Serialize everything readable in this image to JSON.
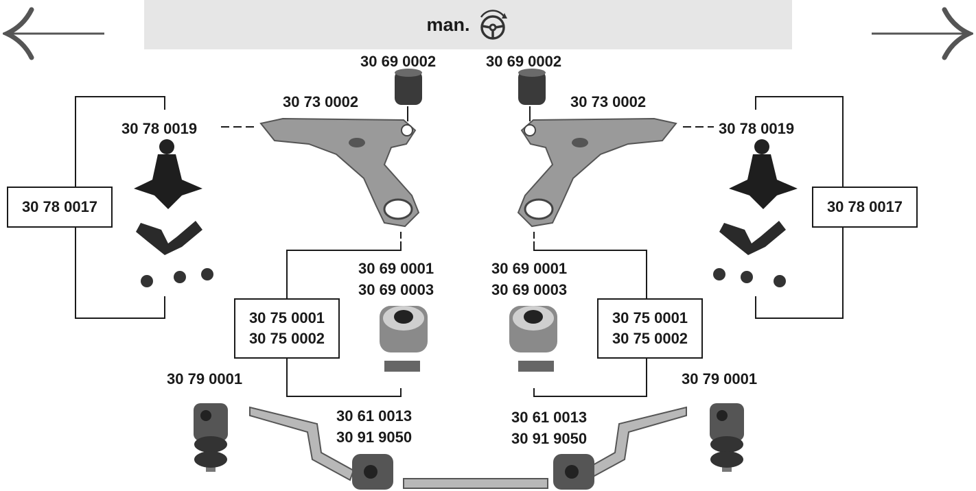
{
  "header": {
    "title": "man.",
    "icon": "steering-wheel-icon"
  },
  "nav": {
    "back_icon": "arrow-left-icon",
    "forward_icon": "arrow-right-icon"
  },
  "parts": {
    "top_bushing_left": "30 69 0002",
    "top_bushing_right": "30 69 0002",
    "control_arm_left": "30 73 0002",
    "control_arm_right": "30 73 0002",
    "ball_joint_left": "30 78 0019",
    "ball_joint_right": "30 78 0019",
    "ball_joint_kit_left": "30 78 0017",
    "ball_joint_kit_right": "30 78 0017",
    "rear_bushing_left": [
      "30 69 0001",
      "30 69 0003"
    ],
    "rear_bushing_right": [
      "30 69 0001",
      "30 69 0003"
    ],
    "bushing_kit_left": [
      "30 75 0001",
      "30 75 0002"
    ],
    "bushing_kit_right": [
      "30 75 0001",
      "30 75 0002"
    ],
    "stabilizer_link_left": "30 79 0001",
    "stabilizer_link_right": "30 79 0001",
    "stabilizer_bushing_left": [
      "30 61 0013",
      "30 91 9050"
    ],
    "stabilizer_bushing_right": [
      "30 61 0013",
      "30 91 9050"
    ]
  }
}
